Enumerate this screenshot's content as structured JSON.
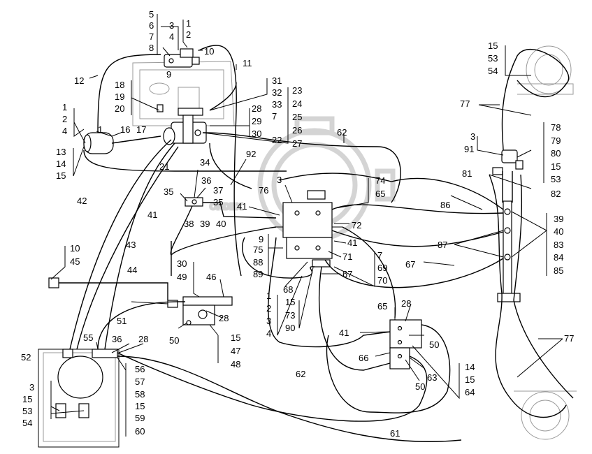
{
  "diagram": {
    "labels": [
      {
        "id": "l01",
        "text": "5"
      },
      {
        "id": "l02",
        "text": "6"
      },
      {
        "id": "l03",
        "text": "7"
      },
      {
        "id": "l04",
        "text": "8"
      },
      {
        "id": "l05",
        "text": "3"
      },
      {
        "id": "l06",
        "text": "4"
      },
      {
        "id": "l07",
        "text": "1"
      },
      {
        "id": "l08",
        "text": "2"
      },
      {
        "id": "l09",
        "text": "10"
      },
      {
        "id": "l10",
        "text": "9"
      },
      {
        "id": "l11",
        "text": "11"
      },
      {
        "id": "l12",
        "text": "12"
      },
      {
        "id": "l13",
        "text": "18"
      },
      {
        "id": "l14",
        "text": "19"
      },
      {
        "id": "l15",
        "text": "20"
      },
      {
        "id": "l16",
        "text": "31"
      },
      {
        "id": "l17",
        "text": "32"
      },
      {
        "id": "l18",
        "text": "33"
      },
      {
        "id": "l19",
        "text": "7"
      },
      {
        "id": "l20",
        "text": "23"
      },
      {
        "id": "l21",
        "text": "24"
      },
      {
        "id": "l22",
        "text": "25"
      },
      {
        "id": "l23",
        "text": "26"
      },
      {
        "id": "l24",
        "text": "27"
      },
      {
        "id": "l25",
        "text": "28"
      },
      {
        "id": "l26",
        "text": "29"
      },
      {
        "id": "l27",
        "text": "30"
      },
      {
        "id": "l28",
        "text": "22"
      },
      {
        "id": "l29",
        "text": "1"
      },
      {
        "id": "l30",
        "text": "2"
      },
      {
        "id": "l31",
        "text": "4"
      },
      {
        "id": "l32",
        "text": "1"
      },
      {
        "id": "l33",
        "text": "16"
      },
      {
        "id": "l34",
        "text": "17"
      },
      {
        "id": "l35",
        "text": "13"
      },
      {
        "id": "l36",
        "text": "14"
      },
      {
        "id": "l37",
        "text": "15"
      },
      {
        "id": "l38",
        "text": "21"
      },
      {
        "id": "l39",
        "text": "34"
      },
      {
        "id": "l40",
        "text": "92"
      },
      {
        "id": "l41",
        "text": "62"
      },
      {
        "id": "l42",
        "text": "42"
      },
      {
        "id": "l43",
        "text": "35"
      },
      {
        "id": "l44",
        "text": "36"
      },
      {
        "id": "l45",
        "text": "37"
      },
      {
        "id": "l46",
        "text": "35"
      },
      {
        "id": "l47",
        "text": "41"
      },
      {
        "id": "l48",
        "text": "38"
      },
      {
        "id": "l49",
        "text": "39"
      },
      {
        "id": "l50",
        "text": "40"
      },
      {
        "id": "l51",
        "text": "43"
      },
      {
        "id": "l52",
        "text": "3"
      },
      {
        "id": "l53",
        "text": "76"
      },
      {
        "id": "l54",
        "text": "74"
      },
      {
        "id": "l55",
        "text": "65"
      },
      {
        "id": "l56",
        "text": "41"
      },
      {
        "id": "l57",
        "text": "72"
      },
      {
        "id": "l58",
        "text": "9"
      },
      {
        "id": "l59",
        "text": "75"
      },
      {
        "id": "l60",
        "text": "88"
      },
      {
        "id": "l61",
        "text": "89"
      },
      {
        "id": "l62",
        "text": "41"
      },
      {
        "id": "l63",
        "text": "71"
      },
      {
        "id": "l64",
        "text": "7"
      },
      {
        "id": "l65",
        "text": "69"
      },
      {
        "id": "l66",
        "text": "70"
      },
      {
        "id": "l67",
        "text": "67"
      },
      {
        "id": "l68",
        "text": "10"
      },
      {
        "id": "l69",
        "text": "45"
      },
      {
        "id": "l70",
        "text": "44"
      },
      {
        "id": "l71",
        "text": "30"
      },
      {
        "id": "l72",
        "text": "49"
      },
      {
        "id": "l73",
        "text": "46"
      },
      {
        "id": "l74",
        "text": "28"
      },
      {
        "id": "l75",
        "text": "51"
      },
      {
        "id": "l76",
        "text": "50"
      },
      {
        "id": "l77",
        "text": "15"
      },
      {
        "id": "l78",
        "text": "47"
      },
      {
        "id": "l79",
        "text": "48"
      },
      {
        "id": "l80",
        "text": "1"
      },
      {
        "id": "l81",
        "text": "2"
      },
      {
        "id": "l82",
        "text": "3"
      },
      {
        "id": "l83",
        "text": "4"
      },
      {
        "id": "l84",
        "text": "68"
      },
      {
        "id": "l85",
        "text": "15"
      },
      {
        "id": "l86",
        "text": "73"
      },
      {
        "id": "l87",
        "text": "90"
      },
      {
        "id": "l88",
        "text": "55"
      },
      {
        "id": "l89",
        "text": "36"
      },
      {
        "id": "l90",
        "text": "28"
      },
      {
        "id": "l91",
        "text": "52"
      },
      {
        "id": "l92",
        "text": "3"
      },
      {
        "id": "l93",
        "text": "15"
      },
      {
        "id": "l94",
        "text": "53"
      },
      {
        "id": "l95",
        "text": "54"
      },
      {
        "id": "l96",
        "text": "56"
      },
      {
        "id": "l97",
        "text": "57"
      },
      {
        "id": "l98",
        "text": "58"
      },
      {
        "id": "l99",
        "text": "15"
      },
      {
        "id": "l100",
        "text": "59"
      },
      {
        "id": "l101",
        "text": "60"
      },
      {
        "id": "l102",
        "text": "62"
      },
      {
        "id": "l103",
        "text": "61"
      },
      {
        "id": "l104",
        "text": "65"
      },
      {
        "id": "l105",
        "text": "28"
      },
      {
        "id": "l106",
        "text": "41"
      },
      {
        "id": "l107",
        "text": "50"
      },
      {
        "id": "l108",
        "text": "66"
      },
      {
        "id": "l109",
        "text": "63"
      },
      {
        "id": "l110",
        "text": "50"
      },
      {
        "id": "l111",
        "text": "14"
      },
      {
        "id": "l112",
        "text": "15"
      },
      {
        "id": "l113",
        "text": "64"
      },
      {
        "id": "l114",
        "text": "15"
      },
      {
        "id": "l115",
        "text": "53"
      },
      {
        "id": "l116",
        "text": "54"
      },
      {
        "id": "l117",
        "text": "77"
      },
      {
        "id": "l118",
        "text": "3"
      },
      {
        "id": "l119",
        "text": "91"
      },
      {
        "id": "l120",
        "text": "78"
      },
      {
        "id": "l121",
        "text": "79"
      },
      {
        "id": "l122",
        "text": "80"
      },
      {
        "id": "l123",
        "text": "15"
      },
      {
        "id": "l124",
        "text": "53"
      },
      {
        "id": "l125",
        "text": "81"
      },
      {
        "id": "l126",
        "text": "82"
      },
      {
        "id": "l127",
        "text": "86"
      },
      {
        "id": "l128",
        "text": "87"
      },
      {
        "id": "l129",
        "text": "67"
      },
      {
        "id": "l130",
        "text": "39"
      },
      {
        "id": "l131",
        "text": "40"
      },
      {
        "id": "l132",
        "text": "83"
      },
      {
        "id": "l133",
        "text": "84"
      },
      {
        "id": "l134",
        "text": "85"
      },
      {
        "id": "l135",
        "text": "77"
      }
    ]
  }
}
